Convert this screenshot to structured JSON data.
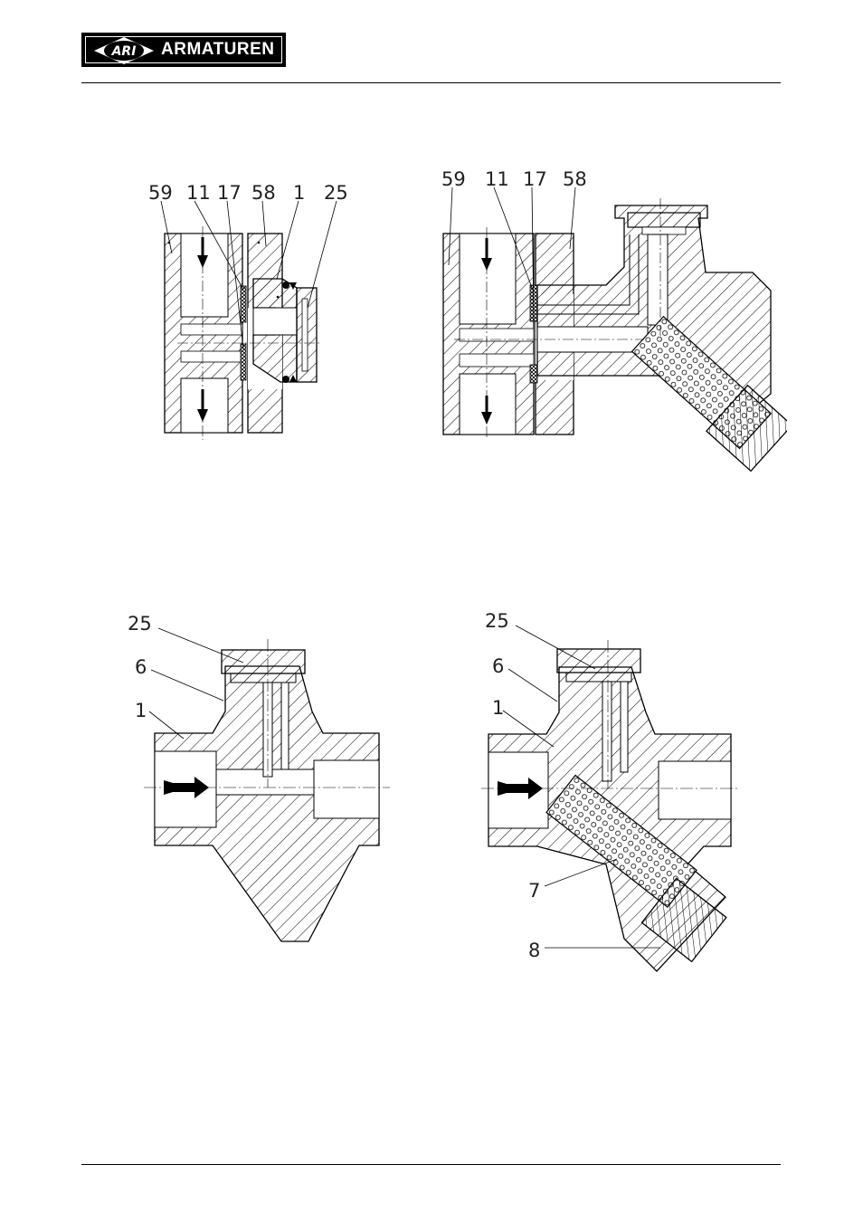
{
  "header": {
    "logo_emblem_text": "ARI",
    "logo_text": "ARMATUREN"
  },
  "figures": [
    {
      "name": "fig-top-left",
      "labels": [
        "59",
        "11",
        "17",
        "58",
        "1",
        "25"
      ]
    },
    {
      "name": "fig-top-right",
      "labels": [
        "59",
        "11",
        "17",
        "58"
      ]
    },
    {
      "name": "fig-bottom-left",
      "labels": [
        "25",
        "6",
        "1"
      ]
    },
    {
      "name": "fig-bottom-right",
      "labels": [
        "25",
        "6",
        "1",
        "7",
        "8"
      ]
    }
  ]
}
